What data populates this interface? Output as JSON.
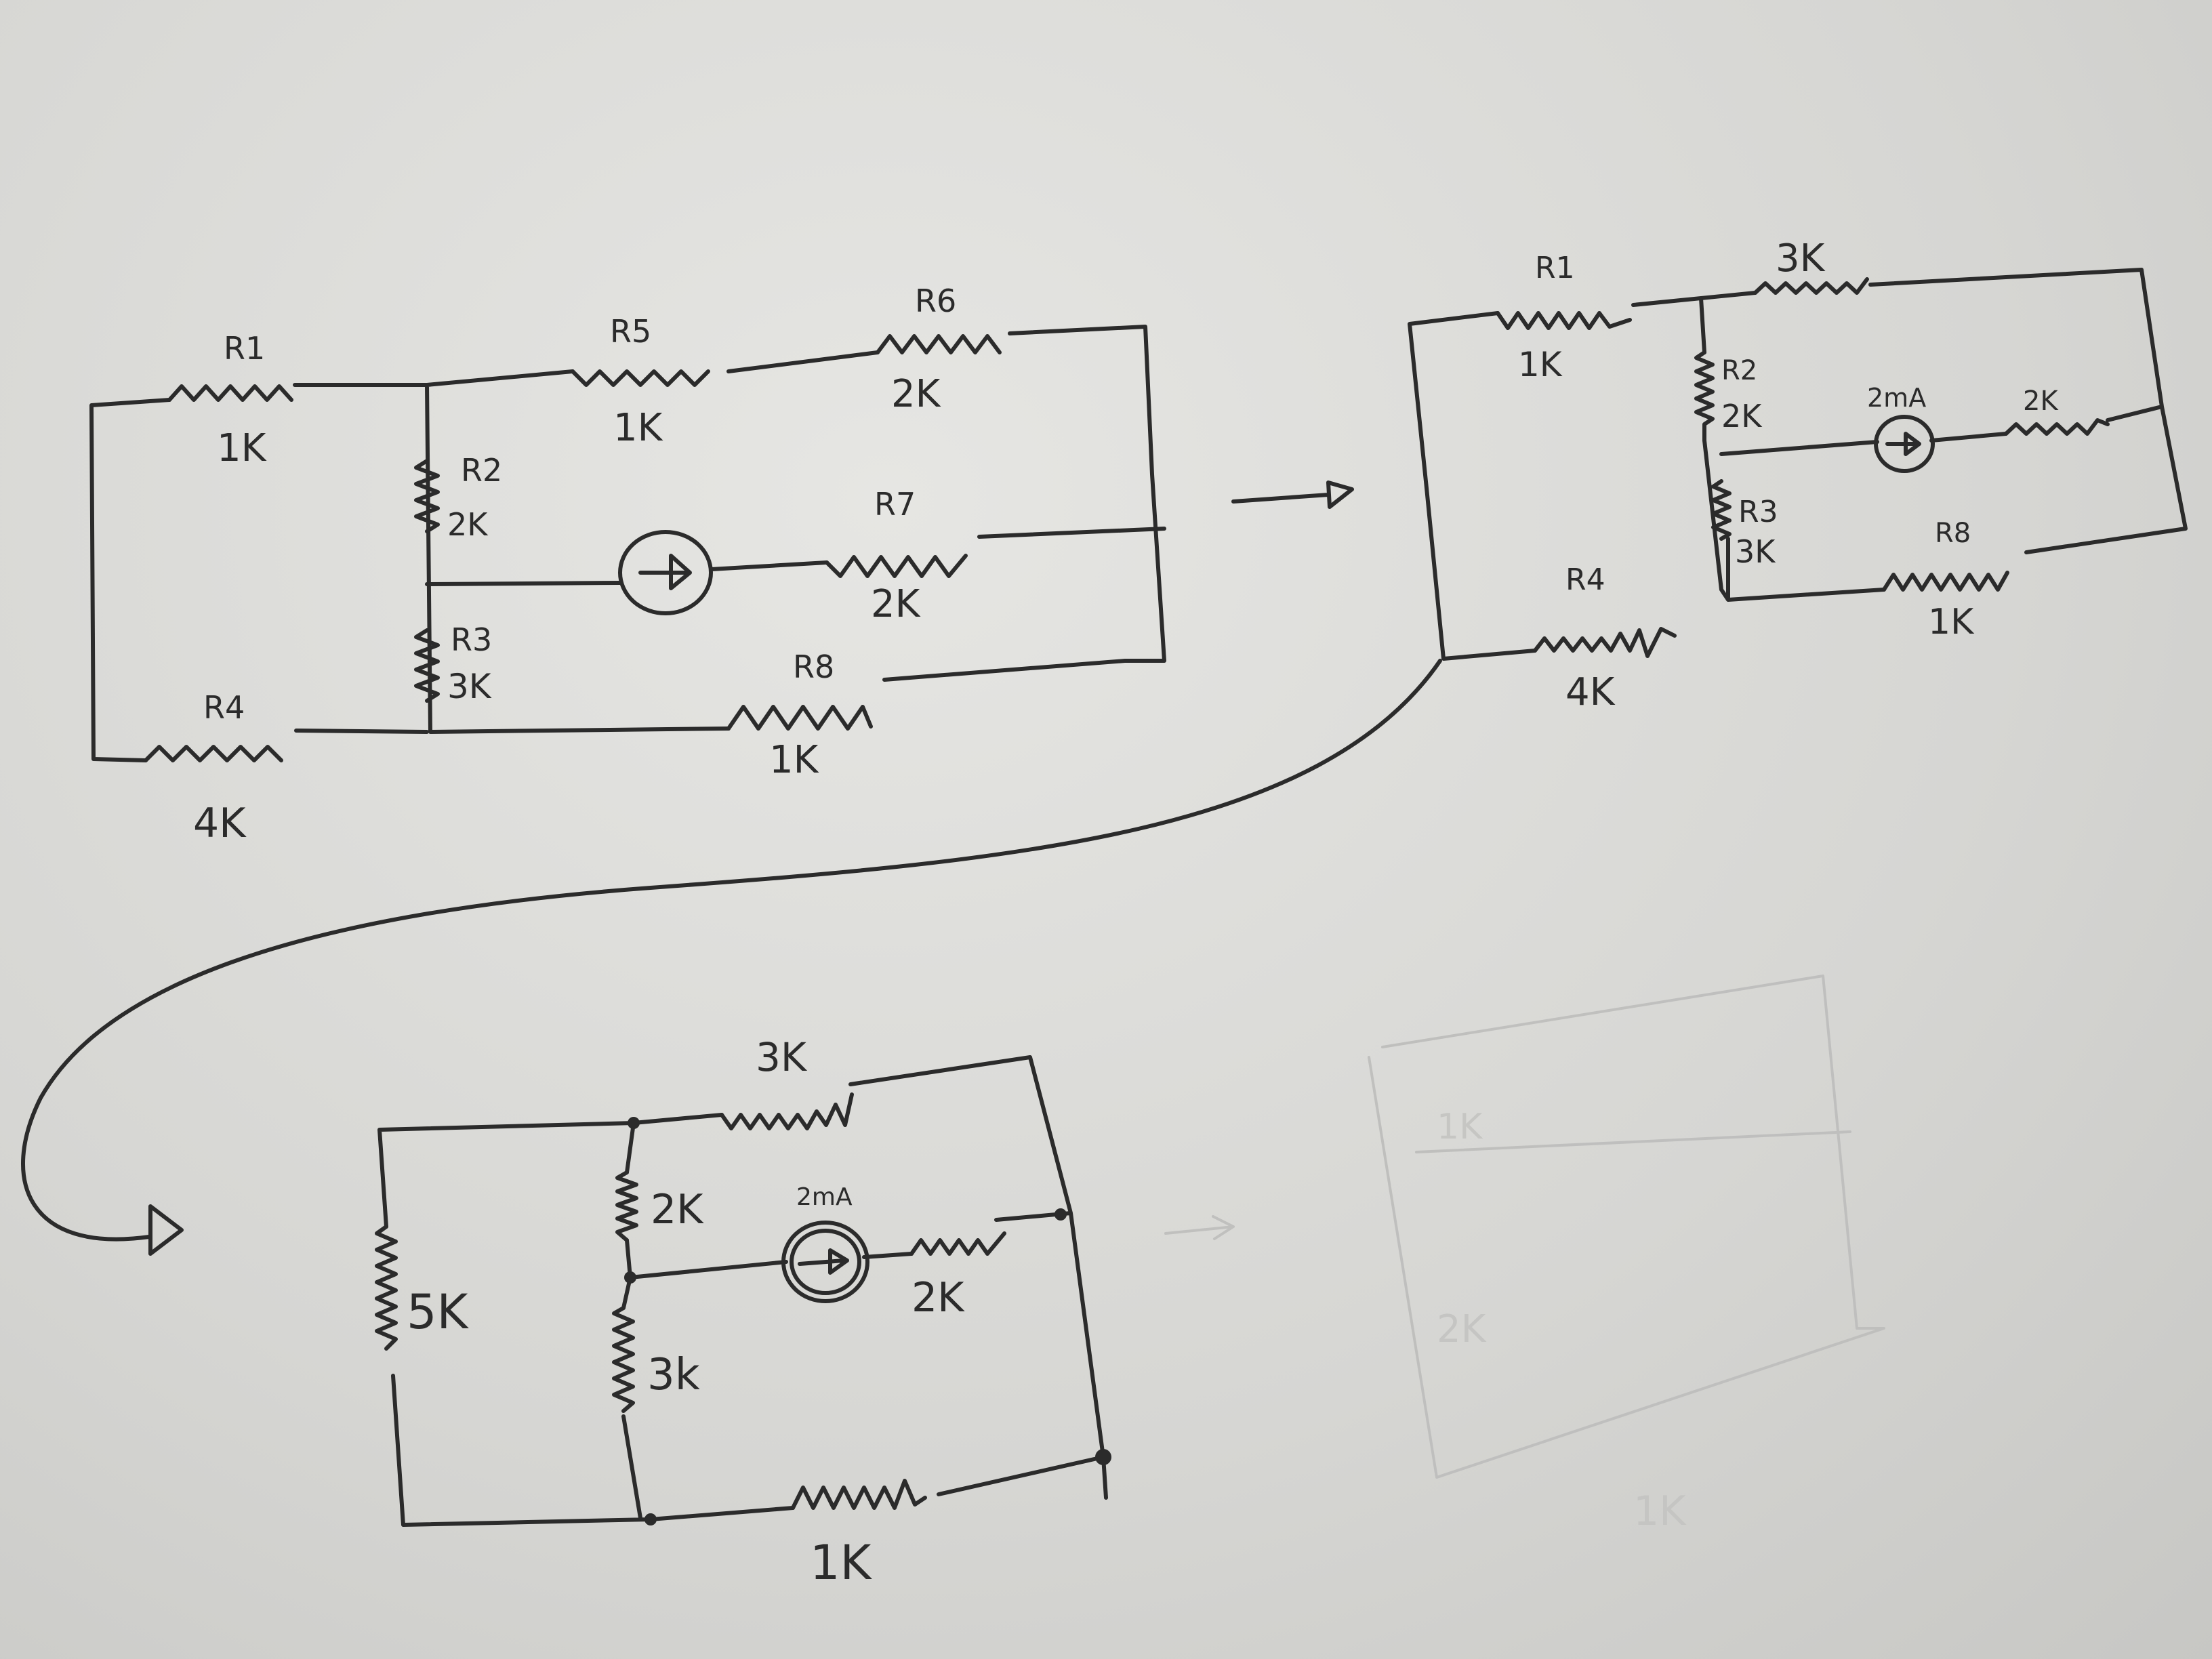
{
  "circuit_1": {
    "r1_name": "R1",
    "r1_value": "1K",
    "r2_name": "R2",
    "r2_value": "2K",
    "r3_name": "R3",
    "r3_value": "3K",
    "r4_name": "R4",
    "r4_value": "4K",
    "r5_name": "R5",
    "r5_value": "1K",
    "r6_name": "R6",
    "r6_value": "2K",
    "r7_name": "R7",
    "r7_value": "2K",
    "r8_name": "R8",
    "r8_value": "1K"
  },
  "circuit_2": {
    "r1_name": "R1",
    "r1_value": "1K",
    "r56_value": "3K",
    "r2_name": "R2",
    "r2_value": "2K",
    "source_value": "2mA",
    "r7_value": "2K",
    "r3_name": "R3",
    "r3_value": "3K",
    "r8_name": "R8",
    "r8_value": "1K",
    "r4_name": "R4",
    "r4_value": "4K"
  },
  "circuit_3": {
    "top_value": "3K",
    "r2_value": "2K",
    "source_value": "2mA",
    "r7_value": "2K",
    "left_value": "5K",
    "r3_value": "3k",
    "bottom_value": "1K"
  },
  "bleed_through": {
    "a": "1K",
    "b": "2K",
    "c": "1K"
  }
}
